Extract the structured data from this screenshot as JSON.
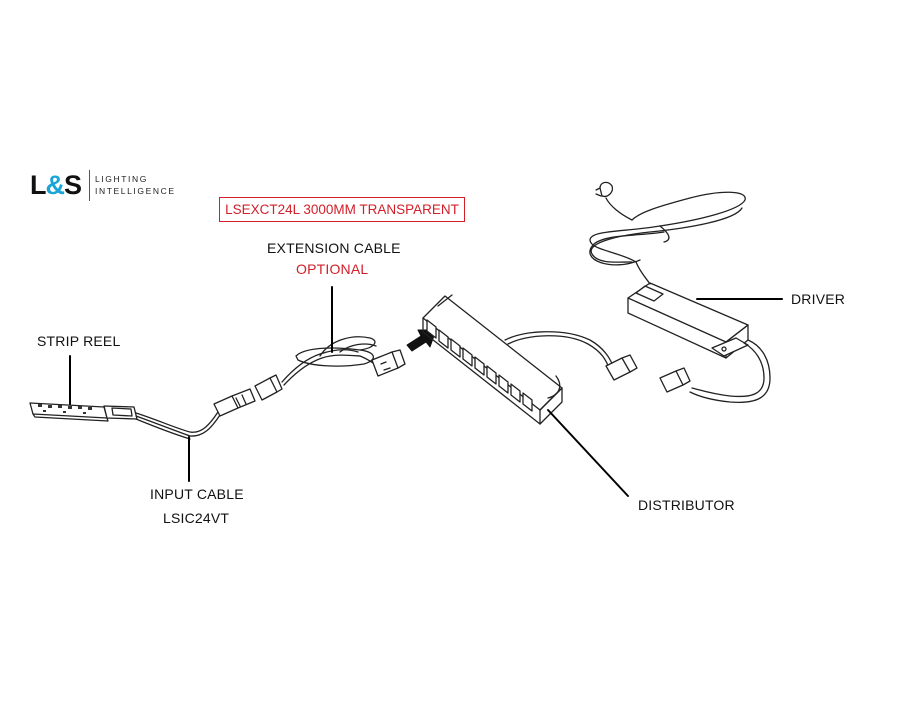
{
  "logo": {
    "mark_left": "L",
    "mark_amp": "&",
    "mark_right": "S",
    "tagline_line1": "LIGHTING",
    "tagline_line2": "INTELLIGENCE"
  },
  "product_code": "LSEXCT24L 3000MM TRANSPARENT",
  "labels": {
    "extension_cable": "EXTENSION CABLE",
    "optional": "OPTIONAL",
    "strip_reel": "STRIP REEL",
    "input_cable": "INPUT CABLE",
    "input_cable_code": "LSIC24VT",
    "distributor": "DISTRIBUTOR",
    "driver": "DRIVER"
  },
  "colors": {
    "accent_red": "#d1202a",
    "logo_blue": "#19a5d6"
  }
}
